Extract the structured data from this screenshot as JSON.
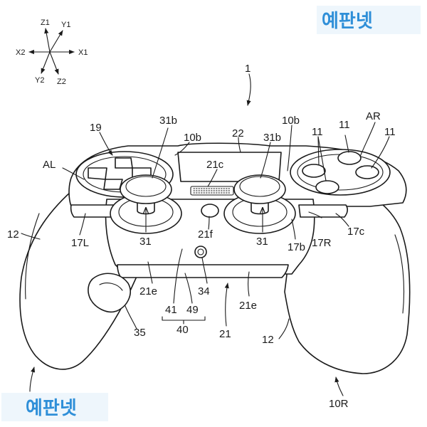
{
  "watermark": {
    "text": "예판넷",
    "color": "#2f8fd8"
  },
  "axes": {
    "z1": "Z1",
    "y1": "Y1",
    "x2": "X2",
    "x1": "X1",
    "y2": "Y2",
    "z2": "Z2"
  },
  "labels": {
    "l1": "1",
    "l19": "19",
    "l31b_a": "31b",
    "l10b_a": "10b",
    "l22": "22",
    "l31b_b": "31b",
    "l10b_b": "10b",
    "l11_a": "11",
    "l11_b": "11",
    "lAR": "AR",
    "l11_c": "11",
    "lAL": "AL",
    "l21c": "21c",
    "l12_a": "12",
    "l17L": "17L",
    "l31_a": "31",
    "l21f": "21f",
    "l31_b": "31",
    "l17b": "17b",
    "l17R": "17R",
    "l17c": "17c",
    "l21e_a": "21e",
    "l34": "34",
    "l41": "41",
    "l49": "49",
    "l21e_b": "21e",
    "l40": "40",
    "l21": "21",
    "l35": "35",
    "l12_b": "12",
    "l10R": "10R"
  }
}
